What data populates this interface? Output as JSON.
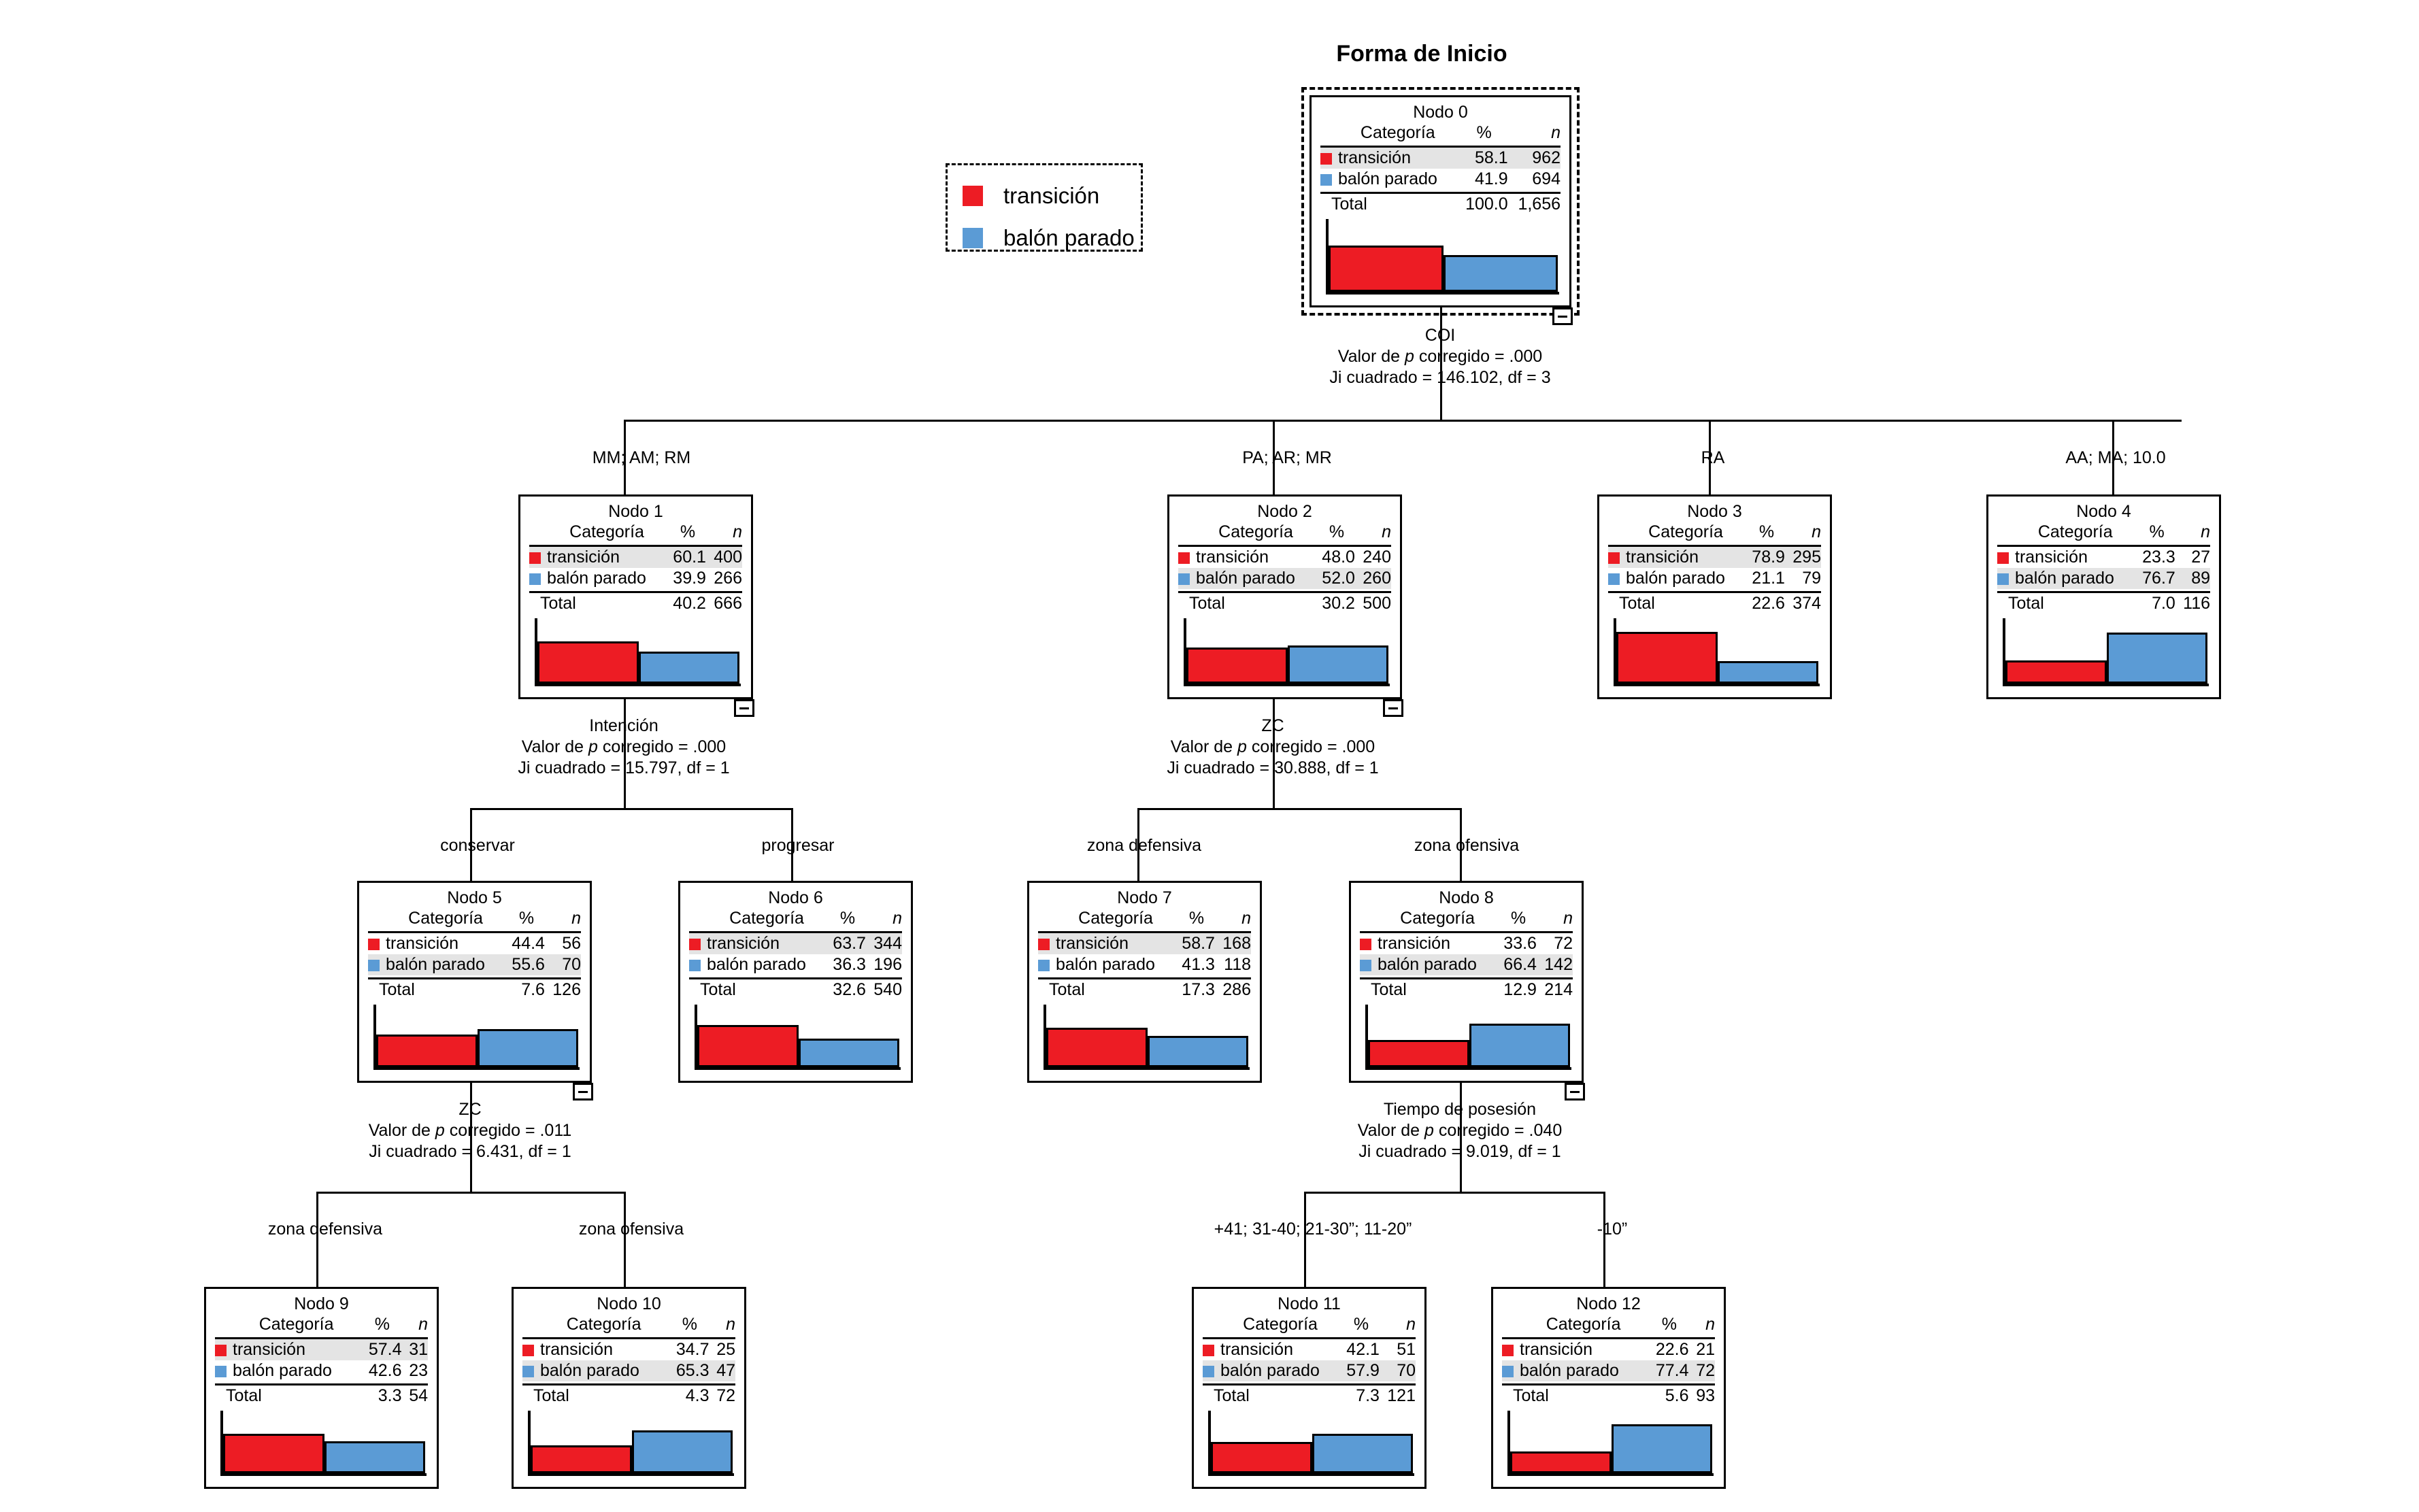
{
  "title": "Forma de Inicio",
  "colors": {
    "transicion": "#ed1c24",
    "balon_parado": "#5b9bd5",
    "highlight_row": "#e4e4e4",
    "line": "#000000",
    "background": "#ffffff"
  },
  "legend": {
    "items": [
      {
        "label": "transición",
        "color": "#ed1c24",
        "swatch": "red-swatch"
      },
      {
        "label": "balón parado",
        "color": "#5b9bd5",
        "swatch": "blue-swatch"
      }
    ]
  },
  "table_headers": {
    "categoria": "Categoría",
    "percent": "%",
    "n": "n",
    "total": "Total"
  },
  "categories": [
    "transición",
    "balón parado"
  ],
  "chart_data": {
    "type": "tree",
    "title": "Forma de Inicio",
    "target_variable": "Forma de Inicio",
    "classes": [
      "transición",
      "balón parado"
    ],
    "class_colors": [
      "#ed1c24",
      "#5b9bd5"
    ],
    "total_n": 1656,
    "nodes": [
      {
        "id": 0,
        "label": "Nodo 0",
        "selected": true,
        "has_collapse": true,
        "rows": [
          {
            "category": "transición",
            "percent": "58.1",
            "n": "962",
            "value": 58.1,
            "count": 962,
            "highlight": true
          },
          {
            "category": "balón parado",
            "percent": "41.9",
            "n": "694",
            "value": 41.9,
            "count": 694,
            "highlight": false
          }
        ],
        "total": {
          "label": "Total",
          "percent": "100.0",
          "n": "1,656"
        }
      },
      {
        "id": 1,
        "label": "Nodo 1",
        "selected": false,
        "has_collapse": true,
        "rows": [
          {
            "category": "transición",
            "percent": "60.1",
            "n": "400",
            "value": 60.1,
            "count": 400,
            "highlight": true
          },
          {
            "category": "balón parado",
            "percent": "39.9",
            "n": "266",
            "value": 39.9,
            "count": 266,
            "highlight": false
          }
        ],
        "total": {
          "label": "Total",
          "percent": "40.2",
          "n": "666"
        }
      },
      {
        "id": 2,
        "label": "Nodo 2",
        "selected": false,
        "has_collapse": true,
        "rows": [
          {
            "category": "transición",
            "percent": "48.0",
            "n": "240",
            "value": 48.0,
            "count": 240,
            "highlight": false
          },
          {
            "category": "balón parado",
            "percent": "52.0",
            "n": "260",
            "value": 52.0,
            "count": 260,
            "highlight": true
          }
        ],
        "total": {
          "label": "Total",
          "percent": "30.2",
          "n": "500"
        }
      },
      {
        "id": 3,
        "label": "Nodo 3",
        "selected": false,
        "has_collapse": false,
        "rows": [
          {
            "category": "transición",
            "percent": "78.9",
            "n": "295",
            "value": 78.9,
            "count": 295,
            "highlight": true
          },
          {
            "category": "balón parado",
            "percent": "21.1",
            "n": "79",
            "value": 21.1,
            "count": 79,
            "highlight": false
          }
        ],
        "total": {
          "label": "Total",
          "percent": "22.6",
          "n": "374"
        }
      },
      {
        "id": 4,
        "label": "Nodo 4",
        "selected": false,
        "has_collapse": false,
        "rows": [
          {
            "category": "transición",
            "percent": "23.3",
            "n": "27",
            "value": 23.3,
            "count": 27,
            "highlight": false
          },
          {
            "category": "balón parado",
            "percent": "76.7",
            "n": "89",
            "value": 76.7,
            "count": 89,
            "highlight": true
          }
        ],
        "total": {
          "label": "Total",
          "percent": "7.0",
          "n": "116"
        }
      },
      {
        "id": 5,
        "label": "Nodo 5",
        "selected": false,
        "has_collapse": true,
        "rows": [
          {
            "category": "transición",
            "percent": "44.4",
            "n": "56",
            "value": 44.4,
            "count": 56,
            "highlight": false
          },
          {
            "category": "balón parado",
            "percent": "55.6",
            "n": "70",
            "value": 55.6,
            "count": 70,
            "highlight": true
          }
        ],
        "total": {
          "label": "Total",
          "percent": "7.6",
          "n": "126"
        }
      },
      {
        "id": 6,
        "label": "Nodo 6",
        "selected": false,
        "has_collapse": false,
        "rows": [
          {
            "category": "transición",
            "percent": "63.7",
            "n": "344",
            "value": 63.7,
            "count": 344,
            "highlight": true
          },
          {
            "category": "balón parado",
            "percent": "36.3",
            "n": "196",
            "value": 36.3,
            "count": 196,
            "highlight": false
          }
        ],
        "total": {
          "label": "Total",
          "percent": "32.6",
          "n": "540"
        }
      },
      {
        "id": 7,
        "label": "Nodo 7",
        "selected": false,
        "has_collapse": false,
        "rows": [
          {
            "category": "transición",
            "percent": "58.7",
            "n": "168",
            "value": 58.7,
            "count": 168,
            "highlight": true
          },
          {
            "category": "balón parado",
            "percent": "41.3",
            "n": "118",
            "value": 41.3,
            "count": 118,
            "highlight": false
          }
        ],
        "total": {
          "label": "Total",
          "percent": "17.3",
          "n": "286"
        }
      },
      {
        "id": 8,
        "label": "Nodo 8",
        "selected": false,
        "has_collapse": true,
        "rows": [
          {
            "category": "transición",
            "percent": "33.6",
            "n": "72",
            "value": 33.6,
            "count": 72,
            "highlight": false
          },
          {
            "category": "balón parado",
            "percent": "66.4",
            "n": "142",
            "value": 66.4,
            "count": 142,
            "highlight": true
          }
        ],
        "total": {
          "label": "Total",
          "percent": "12.9",
          "n": "214"
        }
      },
      {
        "id": 9,
        "label": "Nodo 9",
        "selected": false,
        "has_collapse": false,
        "rows": [
          {
            "category": "transición",
            "percent": "57.4",
            "n": "31",
            "value": 57.4,
            "count": 31,
            "highlight": true
          },
          {
            "category": "balón parado",
            "percent": "42.6",
            "n": "23",
            "value": 42.6,
            "count": 23,
            "highlight": false
          }
        ],
        "total": {
          "label": "Total",
          "percent": "3.3",
          "n": "54"
        }
      },
      {
        "id": 10,
        "label": "Nodo 10",
        "selected": false,
        "has_collapse": false,
        "rows": [
          {
            "category": "transición",
            "percent": "34.7",
            "n": "25",
            "value": 34.7,
            "count": 25,
            "highlight": false
          },
          {
            "category": "balón parado",
            "percent": "65.3",
            "n": "47",
            "value": 65.3,
            "count": 47,
            "highlight": true
          }
        ],
        "total": {
          "label": "Total",
          "percent": "4.3",
          "n": "72"
        }
      },
      {
        "id": 11,
        "label": "Nodo 11",
        "selected": false,
        "has_collapse": false,
        "rows": [
          {
            "category": "transición",
            "percent": "42.1",
            "n": "51",
            "value": 42.1,
            "count": 51,
            "highlight": false
          },
          {
            "category": "balón parado",
            "percent": "57.9",
            "n": "70",
            "value": 57.9,
            "count": 70,
            "highlight": true
          }
        ],
        "total": {
          "label": "Total",
          "percent": "7.3",
          "n": "121"
        }
      },
      {
        "id": 12,
        "label": "Nodo 12",
        "selected": false,
        "has_collapse": false,
        "rows": [
          {
            "category": "transición",
            "percent": "22.6",
            "n": "21",
            "value": 22.6,
            "count": 21,
            "highlight": false
          },
          {
            "category": "balón parado",
            "percent": "77.4",
            "n": "72",
            "value": 77.4,
            "count": 72,
            "highlight": true
          }
        ],
        "total": {
          "label": "Total",
          "percent": "5.6",
          "n": "93"
        }
      }
    ],
    "splits": [
      {
        "parent": 0,
        "variable": "COI",
        "p_prefix": "Valor de ",
        "p_italic": "p",
        "p_suffix": " corregido = .000",
        "chi_line": "Ji cuadrado = 146.102, df = 3",
        "p_value": ".000",
        "chi_square": 146.102,
        "df": 3,
        "children": [
          1,
          2,
          3,
          4
        ],
        "branch_labels": [
          "MM; AM; RM",
          "PA; AR; MR",
          "RA",
          "AA; MA; 10.0"
        ]
      },
      {
        "parent": 1,
        "variable": "Intención",
        "p_prefix": "Valor de ",
        "p_italic": "p",
        "p_suffix": " corregido = .000",
        "chi_line": "Ji cuadrado  = 15.797, df = 1",
        "p_value": ".000",
        "chi_square": 15.797,
        "df": 1,
        "children": [
          5,
          6
        ],
        "branch_labels": [
          "conservar",
          "progresar"
        ]
      },
      {
        "parent": 2,
        "variable": "ZC",
        "p_prefix": "Valor de ",
        "p_italic": "p",
        "p_suffix": " corregido = .000",
        "chi_line": "Ji cuadrado = 30.888, df = 1",
        "p_value": ".000",
        "chi_square": 30.888,
        "df": 1,
        "children": [
          7,
          8
        ],
        "branch_labels": [
          "zona defensiva",
          "zona ofensiva"
        ]
      },
      {
        "parent": 5,
        "variable": "ZC",
        "p_prefix": "Valor de ",
        "p_italic": "p",
        "p_suffix": " corregido = .011",
        "chi_line": "Ji cuadrado = 6.431, df = 1",
        "p_value": ".011",
        "chi_square": 6.431,
        "df": 1,
        "children": [
          9,
          10
        ],
        "branch_labels": [
          "zona defensiva",
          "zona ofensiva"
        ]
      },
      {
        "parent": 8,
        "variable": "Tiempo de posesión",
        "p_prefix": "Valor de ",
        "p_italic": "p",
        "p_suffix": " corregido = .040",
        "chi_line": "Ji cuadrado = 9.019, df = 1",
        "p_value": ".040",
        "chi_square": 9.019,
        "df": 1,
        "children": [
          11,
          12
        ],
        "branch_labels": [
          "+41; 31-40; 21-30”; 11-20”",
          "-10”"
        ]
      }
    ]
  }
}
